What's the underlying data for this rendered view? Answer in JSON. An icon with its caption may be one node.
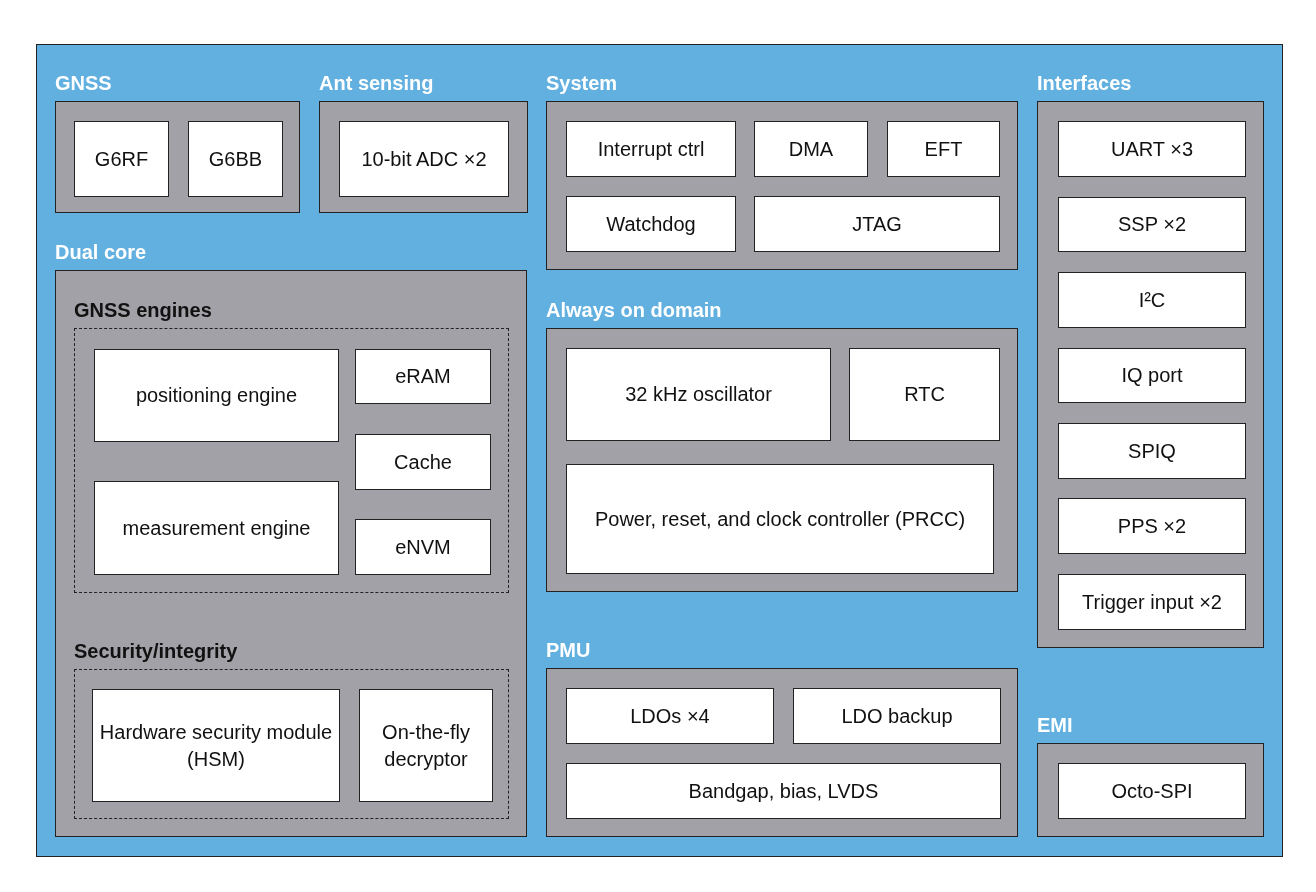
{
  "diagram": {
    "nodes": [
      {
        "text": [
          "GNSS"
        ]
      },
      {
        "text": [
          "G6RF"
        ],
        "in": 0
      },
      {
        "text": [
          "G6BB"
        ],
        "in": 0
      },
      {
        "text": [
          "Ant sensing"
        ]
      },
      {
        "text": [
          "10-bit ADC ×2"
        ],
        "in": 3
      },
      {
        "text": [
          "System"
        ]
      },
      {
        "text": [
          "Interrupt ctrl"
        ],
        "in": 5
      },
      {
        "text": [
          "DMA"
        ],
        "in": 5
      },
      {
        "text": [
          "EFT"
        ],
        "in": 5
      },
      {
        "text": [
          "Watchdog"
        ],
        "in": 5
      },
      {
        "text": [
          "JTAG"
        ],
        "in": 5
      },
      {
        "text": [
          "Interfaces"
        ]
      },
      {
        "text": [
          "UART ×3"
        ],
        "in": 11
      },
      {
        "text": [
          "SSP ×2"
        ],
        "in": 11
      },
      {
        "text": [
          "I²C"
        ],
        "in": 11
      },
      {
        "text": [
          "IQ port"
        ],
        "in": 11
      },
      {
        "text": [
          "SPIQ"
        ],
        "in": 11
      },
      {
        "text": [
          "PPS ×2"
        ],
        "in": 11
      },
      {
        "text": [
          "Trigger input ×2"
        ],
        "in": 11
      },
      {
        "text": [
          "Dual core"
        ]
      },
      {
        "text": [
          "GNSS engines"
        ],
        "in": 19
      },
      {
        "text": [
          "positioning engine"
        ],
        "in": 20
      },
      {
        "text": [
          "eRAM"
        ],
        "in": 20
      },
      {
        "text": [
          "Cache"
        ],
        "in": 20
      },
      {
        "text": [
          "measurement engine"
        ],
        "in": 20
      },
      {
        "text": [
          "eNVM"
        ],
        "in": 20
      },
      {
        "text": [
          "Security/integrity"
        ],
        "in": 19
      },
      {
        "text": [
          "Hardware security module (HSM)"
        ],
        "in": 26
      },
      {
        "text": [
          "On-the-fly decryptor"
        ],
        "in": 26
      },
      {
        "text": [
          "Always on domain"
        ]
      },
      {
        "text": [
          "32 kHz oscillator"
        ],
        "in": 29
      },
      {
        "text": [
          "RTC"
        ],
        "in": 29
      },
      {
        "text": [
          "Power, reset, and clock controller (PRCC)"
        ],
        "in": 29
      },
      {
        "text": [
          "PMU"
        ]
      },
      {
        "text": [
          "LDOs ×4"
        ],
        "in": 33
      },
      {
        "text": [
          "LDO backup"
        ],
        "in": 33
      },
      {
        "text": [
          "Bandgap, bias, LVDS"
        ],
        "in": 33
      },
      {
        "text": [
          "EMI"
        ]
      },
      {
        "text": [
          "Octo-SPI"
        ],
        "in": 37
      }
    ]
  }
}
